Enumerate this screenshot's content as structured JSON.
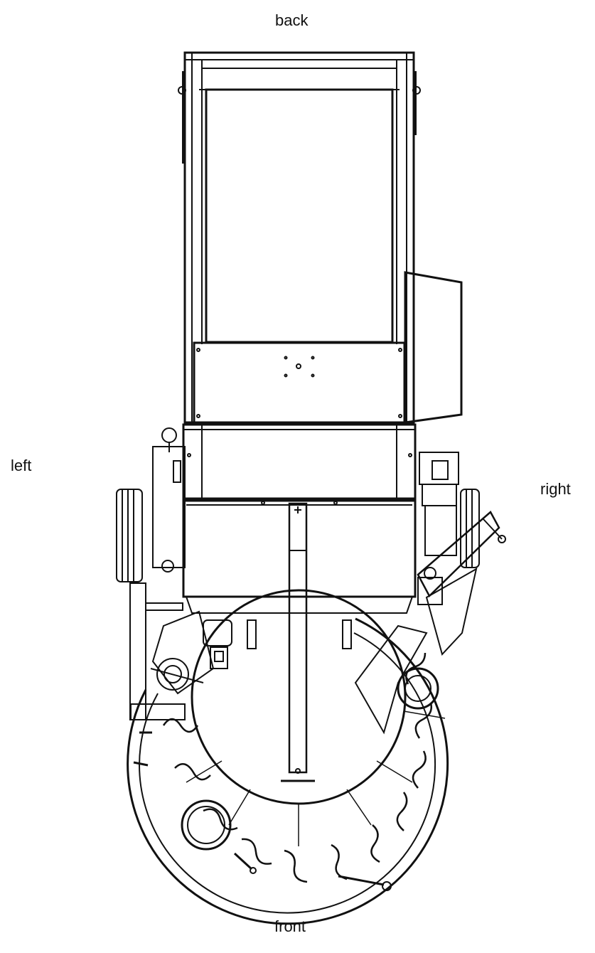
{
  "labels": {
    "back": "back",
    "left": "left",
    "right": "right",
    "front": "front"
  },
  "colors": {
    "line": "#111111",
    "background": "#ffffff"
  }
}
